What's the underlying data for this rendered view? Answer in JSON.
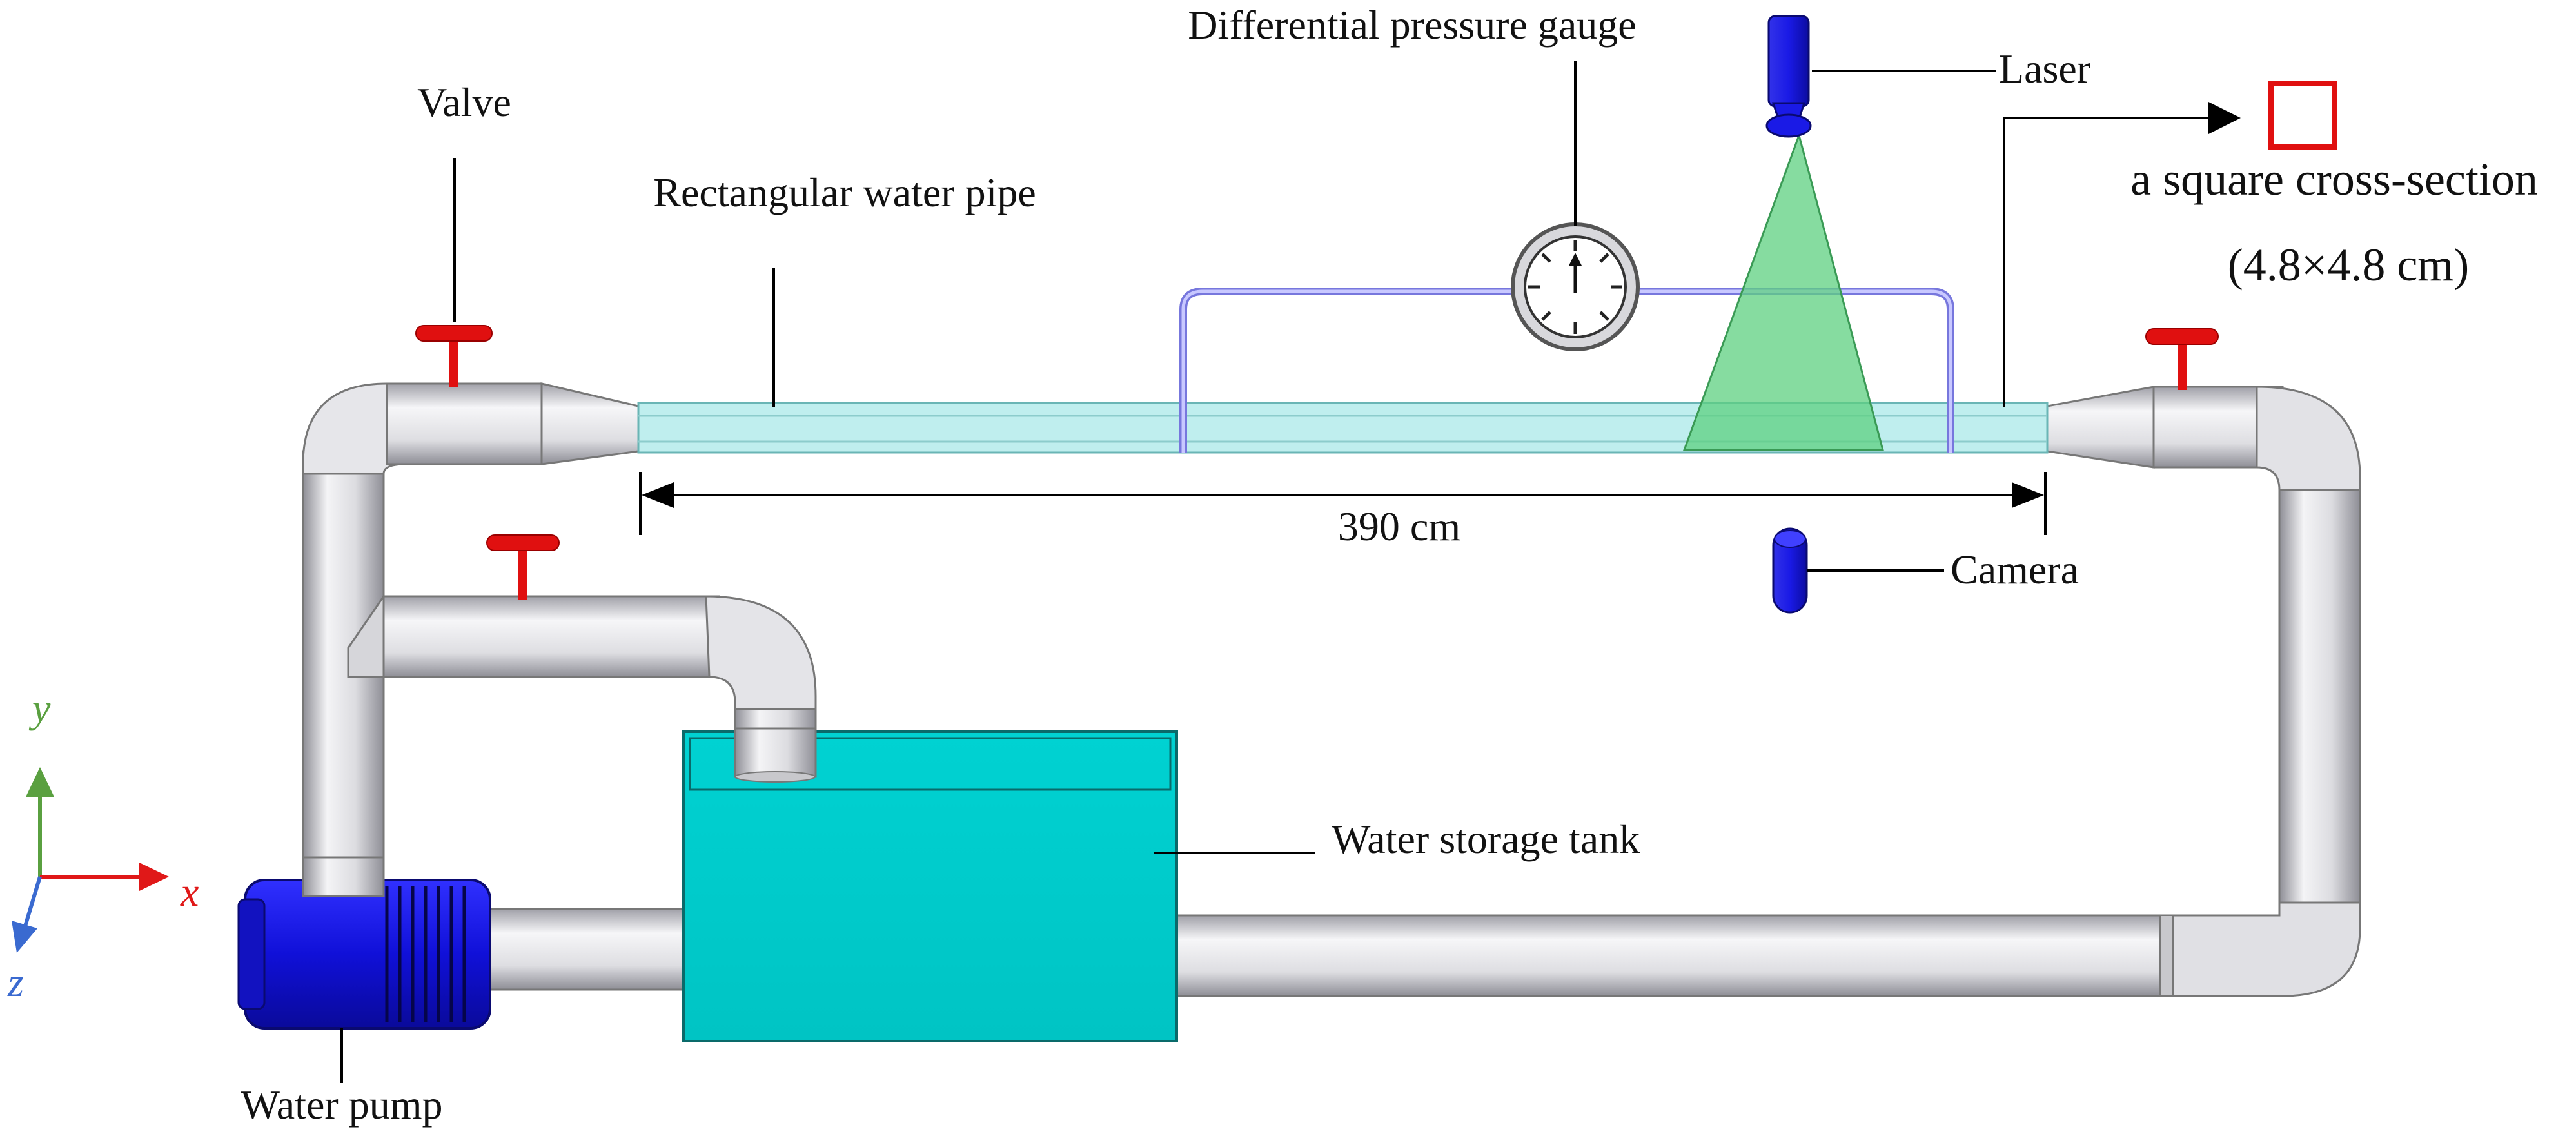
{
  "diagram": {
    "labels": {
      "differential_pressure_gauge": "Differential pressure gauge",
      "laser": "Laser",
      "valve": "Valve",
      "rectangular_water_pipe": "Rectangular water pipe",
      "cross_section_line1": "a square cross-section",
      "cross_section_line2": "(4.8×4.8 cm)",
      "length_dimension": "390 cm",
      "camera": "Camera",
      "water_storage_tank": "Water storage tank",
      "water_pump": "Water pump"
    },
    "axes": {
      "y": "y",
      "x": "x",
      "z": "z"
    },
    "colors": {
      "pipe_light": "#f2f2f4",
      "pipe_dark": "#9a9aa2",
      "valve_red": "#e01010",
      "equipment_blue": "#1a1ae6",
      "tank_cyan": "#00cccc",
      "test_section": "#bfeeee",
      "laser_sheet": "#66dd88",
      "axis_y_green": "#5aa040",
      "axis_x_red": "#e01818",
      "axis_z_blue": "#3a6ad0"
    }
  }
}
